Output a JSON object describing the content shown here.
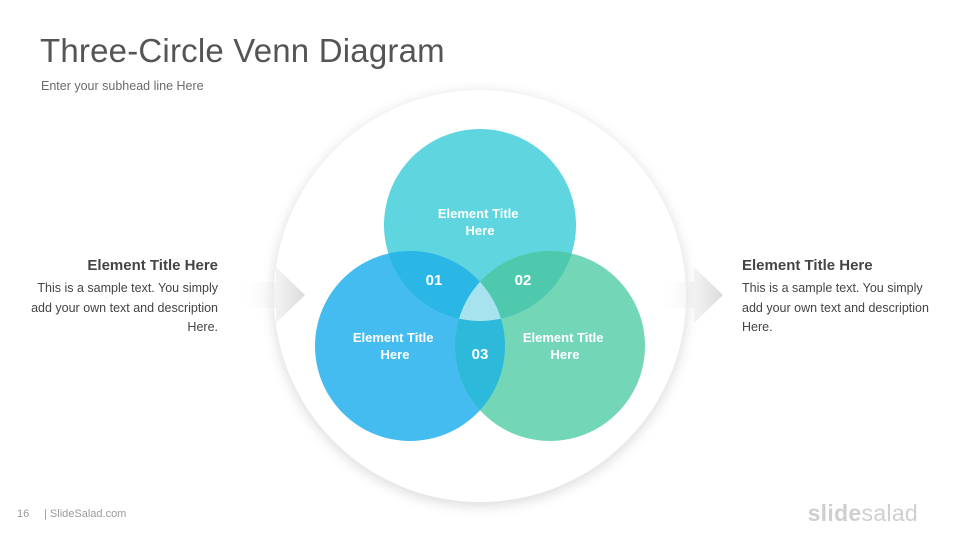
{
  "slide": {
    "title": "Three-Circle Venn Diagram",
    "subtitle": "Enter your subhead  line Here",
    "page_number": "16",
    "footer_site": "| SlideSalad.com",
    "brand_bold": "slide",
    "brand_light": "salad"
  },
  "left_block": {
    "title": "Element Title Here",
    "description": "This is a sample text. You simply add your own text and description Here."
  },
  "right_block": {
    "title": "Element Title Here",
    "description": "This is a sample text. You simply add your own text and description Here."
  },
  "venn": {
    "circles": [
      {
        "label_line1": "Element Title",
        "label_line2": "Here",
        "color": "#5ED5DF"
      },
      {
        "label_line1": "Element Title",
        "label_line2": "Here",
        "color": "#44BCF0"
      },
      {
        "label_line1": "Element Title",
        "label_line2": "Here",
        "color": "#72D6B7"
      }
    ],
    "overlaps": [
      {
        "label": "01",
        "color": "#2BB7E5"
      },
      {
        "label": "02",
        "color": "#4FC9AE"
      },
      {
        "label": "03",
        "color": "#2DB9DA"
      }
    ],
    "center_color": "#A6E3EE",
    "backdrop_color": "#FFFFFF",
    "arrow_color": "#D9D9D9"
  }
}
